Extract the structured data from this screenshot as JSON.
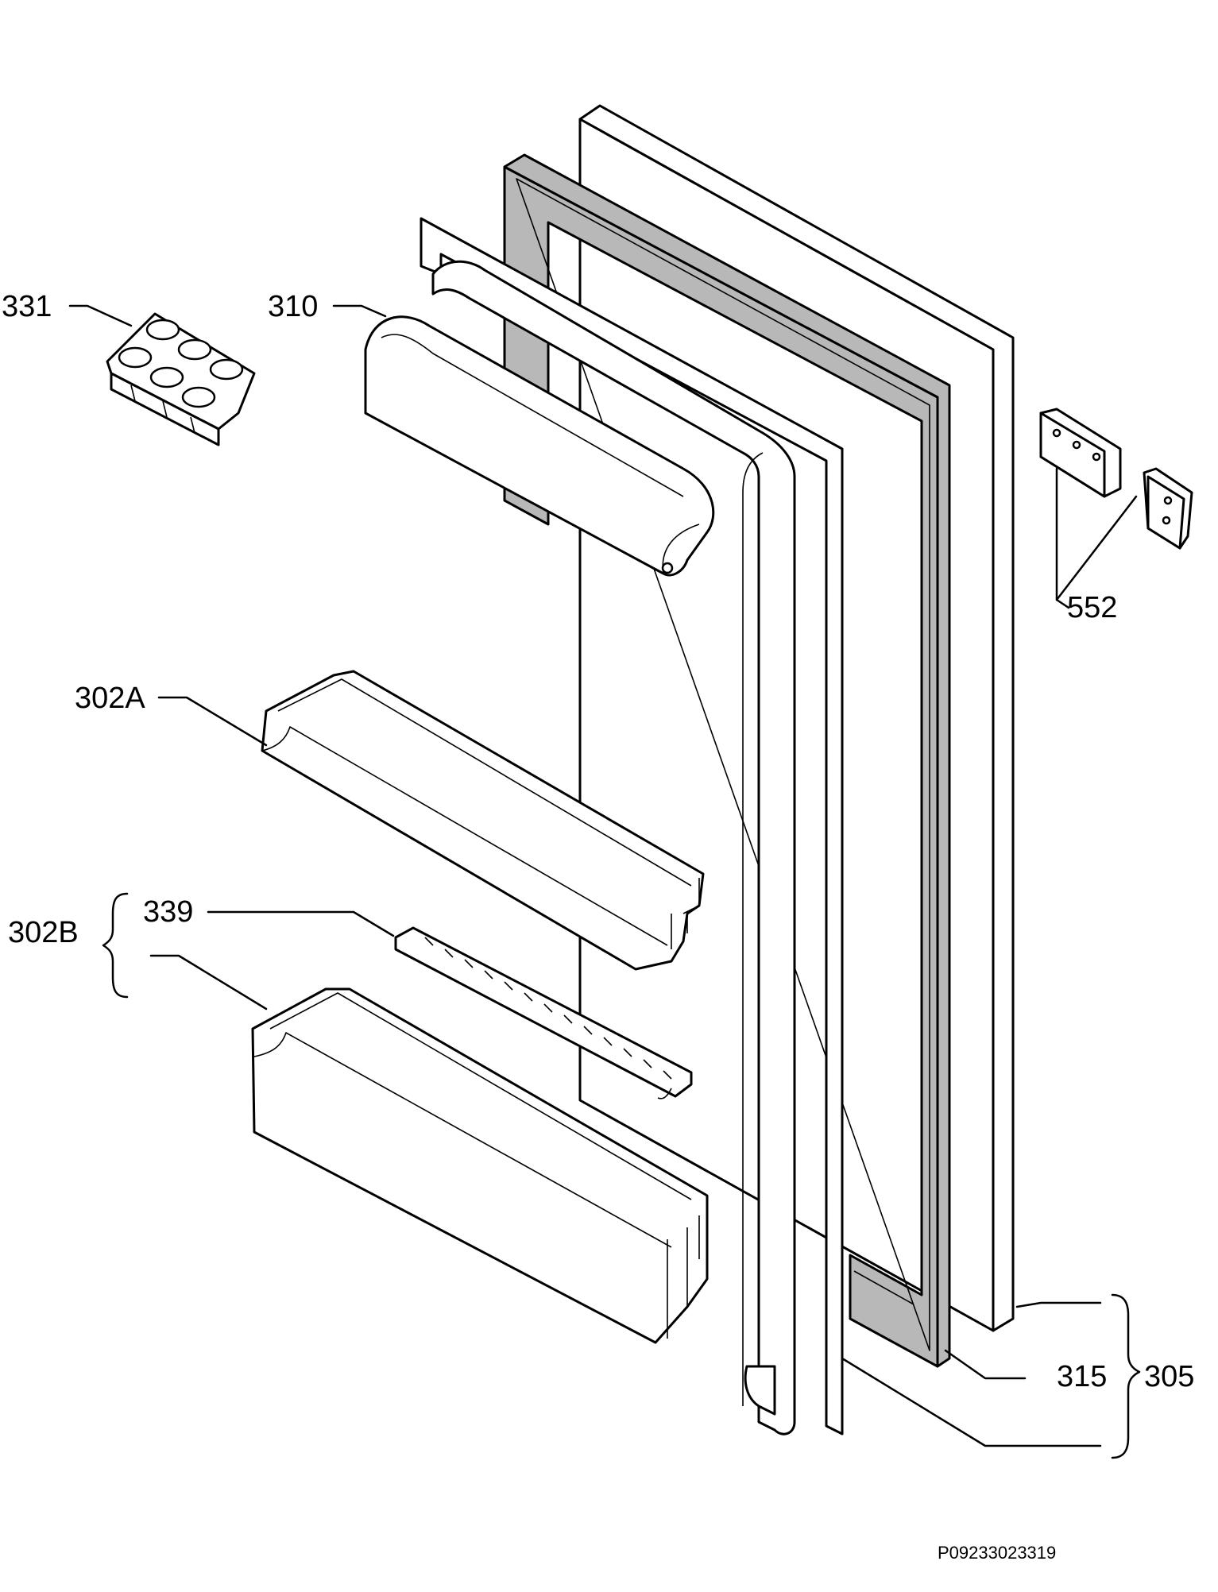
{
  "diagram": {
    "callouts": {
      "p331": "331",
      "p310": "310",
      "p302a": "302A",
      "p302b": "302B",
      "p339": "339",
      "p552": "552",
      "p315": "315",
      "p305": "305"
    },
    "document_id": "P09233023319"
  }
}
